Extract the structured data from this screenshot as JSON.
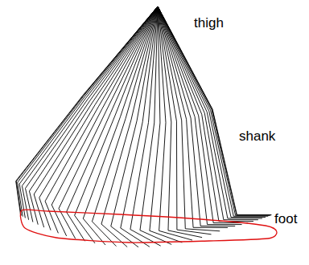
{
  "diagram": {
    "labels": [
      "thigh",
      "shank",
      "foot"
    ]
  }
}
